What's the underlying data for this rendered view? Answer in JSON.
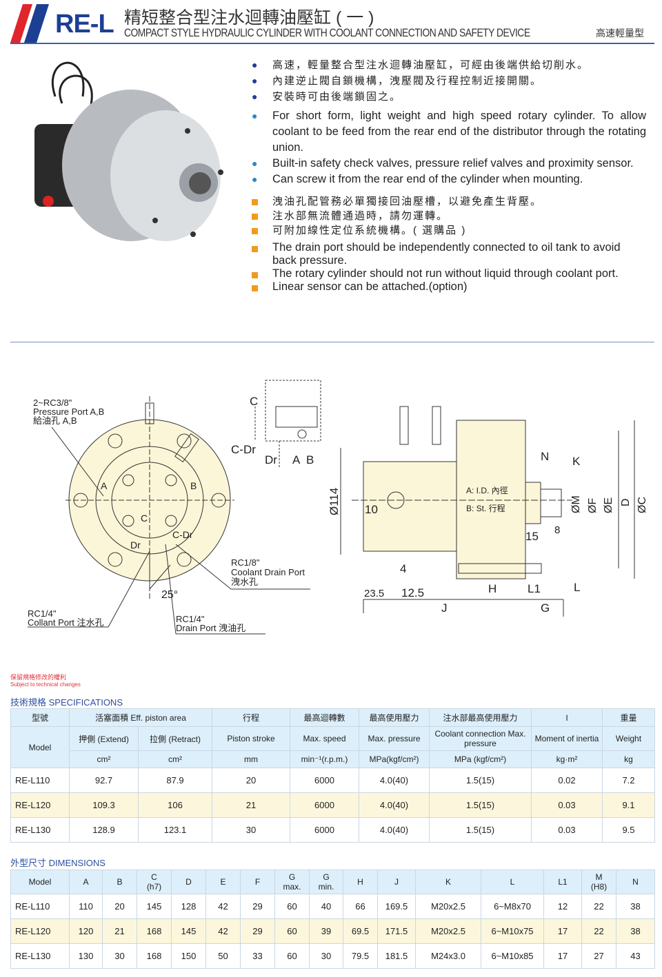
{
  "header": {
    "brand": "RE-L",
    "title_zh": "精短整合型注水迴轉油壓缸 ( 一 )",
    "title_en": "COMPACT STYLE HYDRAULIC CYLINDER WITH COOLANT CONNECTION AND SAFETY DEVICE",
    "tag": "高速輕量型",
    "colors": {
      "red": "#e0252c",
      "blue": "#1c3f94"
    }
  },
  "features_zh": [
    "高速，輕量整合型注水迴轉油壓缸，可經由後端供給切削水。",
    "內建逆止閥自鎖機構，洩壓閥及行程控制近接開關。",
    "安裝時可由後端鎖固之。"
  ],
  "features_en": [
    "For short form, light weight and high speed rotary cylinder. To allow coolant to be feed from the rear end of the distributor through the rotating union.",
    "Built-in safety check valves, pressure relief valves and proximity sensor.",
    "Can screw it from the rear end of the cylinder when mounting."
  ],
  "notes_zh": [
    "洩油孔配管務必單獨接回油壓槽，以避免產生背壓。",
    "注水部無流體通過時，請勿運轉。",
    "可附加線性定位系統機構。( 選購品 )"
  ],
  "notes_en": [
    "The drain port should be independently connected to oil tank to avoid back pressure.",
    "The rotary cylinder should not run without liquid through coolant port.",
    "Linear sensor can be attached.(option)"
  ],
  "drawing": {
    "front": {
      "pressure_port": [
        "2~RC3/8\"",
        "Pressure Port A,B",
        "給油孔 A,B"
      ],
      "A": "A",
      "B": "B",
      "C": "C",
      "Dr": "Dr",
      "CDr": "C-Dr",
      "angle": "25°",
      "coolant_drain": [
        "RC1/8\"",
        "Coolant Drain Port",
        "洩水孔"
      ],
      "coolant_port": [
        "RC1/4\"",
        "Collant Port  注水孔"
      ],
      "drain_port": [
        "RC1/4\"",
        "Drain Port  洩油孔"
      ]
    },
    "circuit": {
      "C": "C",
      "CDr": "C-Dr",
      "Dr": "Dr",
      "A": "A",
      "B": "B"
    },
    "side": {
      "d114": "Ø114",
      "d10": "10",
      "d4": "4",
      "d235": "23.5",
      "d125": "12.5",
      "J": "J",
      "H": "H",
      "L1": "L1",
      "G": "G",
      "L": "L",
      "N": "N",
      "K": "K",
      "d15": "15",
      "d8": "8",
      "M": "ØM",
      "F": "ØF",
      "E": "ØE",
      "D": "D",
      "C": "ØC",
      "ID": "A: I.D. 內徑",
      "St": "B: St. 行程"
    }
  },
  "notice": {
    "zh": "保留規格修改的權利",
    "en": "Subject to technical changes"
  },
  "specs": {
    "title": "技術規格 SPECIFICATIONS",
    "h1": [
      "型號",
      "活塞面積  Eff. piston area",
      "行程",
      "最高迴轉數",
      "最高使用壓力",
      "注水部最高使用壓力",
      "I",
      "重量"
    ],
    "h2": [
      "Model",
      "押側 (Extend)",
      "拉側 (Retract)",
      "Piston stroke",
      "Max. speed",
      "Max. pressure",
      "Coolant connection Max. pressure",
      "Moment of inertia",
      "Weight"
    ],
    "units": [
      "cm²",
      "cm²",
      "mm",
      "min⁻¹(r.p.m.)",
      "MPa(kgf/cm²)",
      "MPa (kgf/cm²)",
      "kg·m²",
      "kg"
    ],
    "rows": [
      [
        "RE-L110",
        "92.7",
        "87.9",
        "20",
        "6000",
        "4.0(40)",
        "1.5(15)",
        "0.02",
        "7.2"
      ],
      [
        "RE-L120",
        "109.3",
        "106",
        "21",
        "6000",
        "4.0(40)",
        "1.5(15)",
        "0.03",
        "9.1"
      ],
      [
        "RE-L130",
        "128.9",
        "123.1",
        "30",
        "6000",
        "4.0(40)",
        "1.5(15)",
        "0.03",
        "9.5"
      ]
    ]
  },
  "dims": {
    "title": "外型尺寸 DIMENSIONS",
    "headers": [
      "Model",
      "A",
      "B",
      "C\n(h7)",
      "D",
      "E",
      "F",
      "G\nmax.",
      "G\nmin.",
      "H",
      "J",
      "K",
      "L",
      "L1",
      "M\n(H8)",
      "N"
    ],
    "rows": [
      [
        "RE-L110",
        "110",
        "20",
        "145",
        "128",
        "42",
        "29",
        "60",
        "40",
        "66",
        "169.5",
        "M20x2.5",
        "6~M8x70",
        "12",
        "22",
        "38"
      ],
      [
        "RE-L120",
        "120",
        "21",
        "168",
        "145",
        "42",
        "29",
        "60",
        "39",
        "69.5",
        "171.5",
        "M20x2.5",
        "6~M10x75",
        "17",
        "22",
        "38"
      ],
      [
        "RE-L130",
        "130",
        "30",
        "168",
        "150",
        "50",
        "33",
        "60",
        "30",
        "79.5",
        "181.5",
        "M24x3.0",
        "6~M10x85",
        "17",
        "27",
        "43"
      ]
    ]
  }
}
